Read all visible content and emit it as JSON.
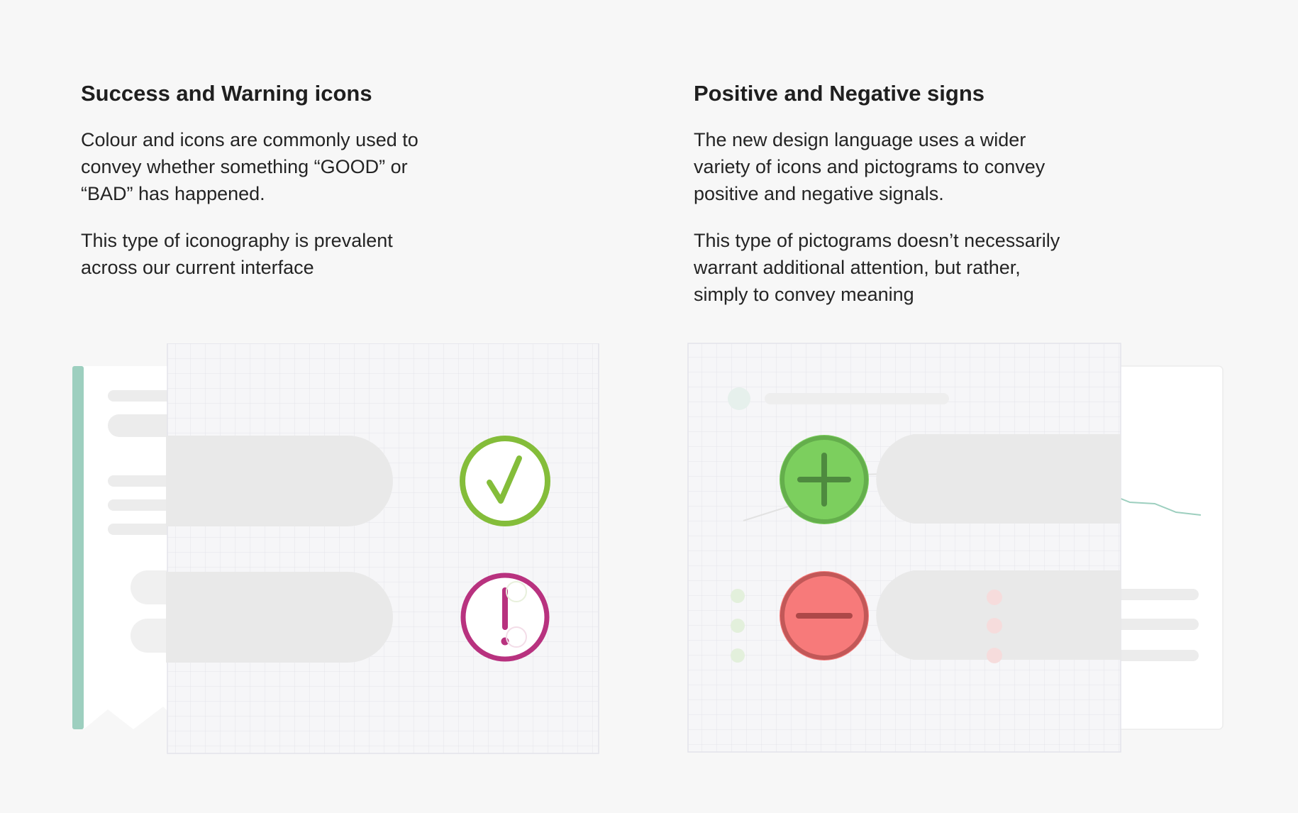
{
  "left": {
    "heading": "Success and Warning icons",
    "paragraph1": [
      "Colour and icons are commonly used to",
      "convey whether something “GOOD” or",
      "“BAD” has happened."
    ],
    "paragraph2": [
      "This type of iconography is prevalent",
      "across our current interface"
    ],
    "illustration": {
      "accent_color": "#9dcfbf",
      "success_icon": "check-circle-icon",
      "success_color": "#84bd3a",
      "warning_icon": "exclamation-circle-icon",
      "warning_color": "#b8327f"
    }
  },
  "right": {
    "heading": "Positive and Negative signs",
    "paragraph1": [
      "The new design language uses a wider",
      "variety of icons and pictograms to convey",
      "positive and negative signals."
    ],
    "paragraph2": [
      "This type of pictograms doesn’t necessarily",
      "warrant additional attention, but rather,",
      "simply to convey meaning"
    ],
    "illustration": {
      "positive_icon": "plus-circle-icon",
      "positive_color": "#7ccf5e",
      "negative_icon": "minus-circle-icon",
      "negative_color": "#f77a7a",
      "trend_color": "#9dcfbf"
    }
  }
}
